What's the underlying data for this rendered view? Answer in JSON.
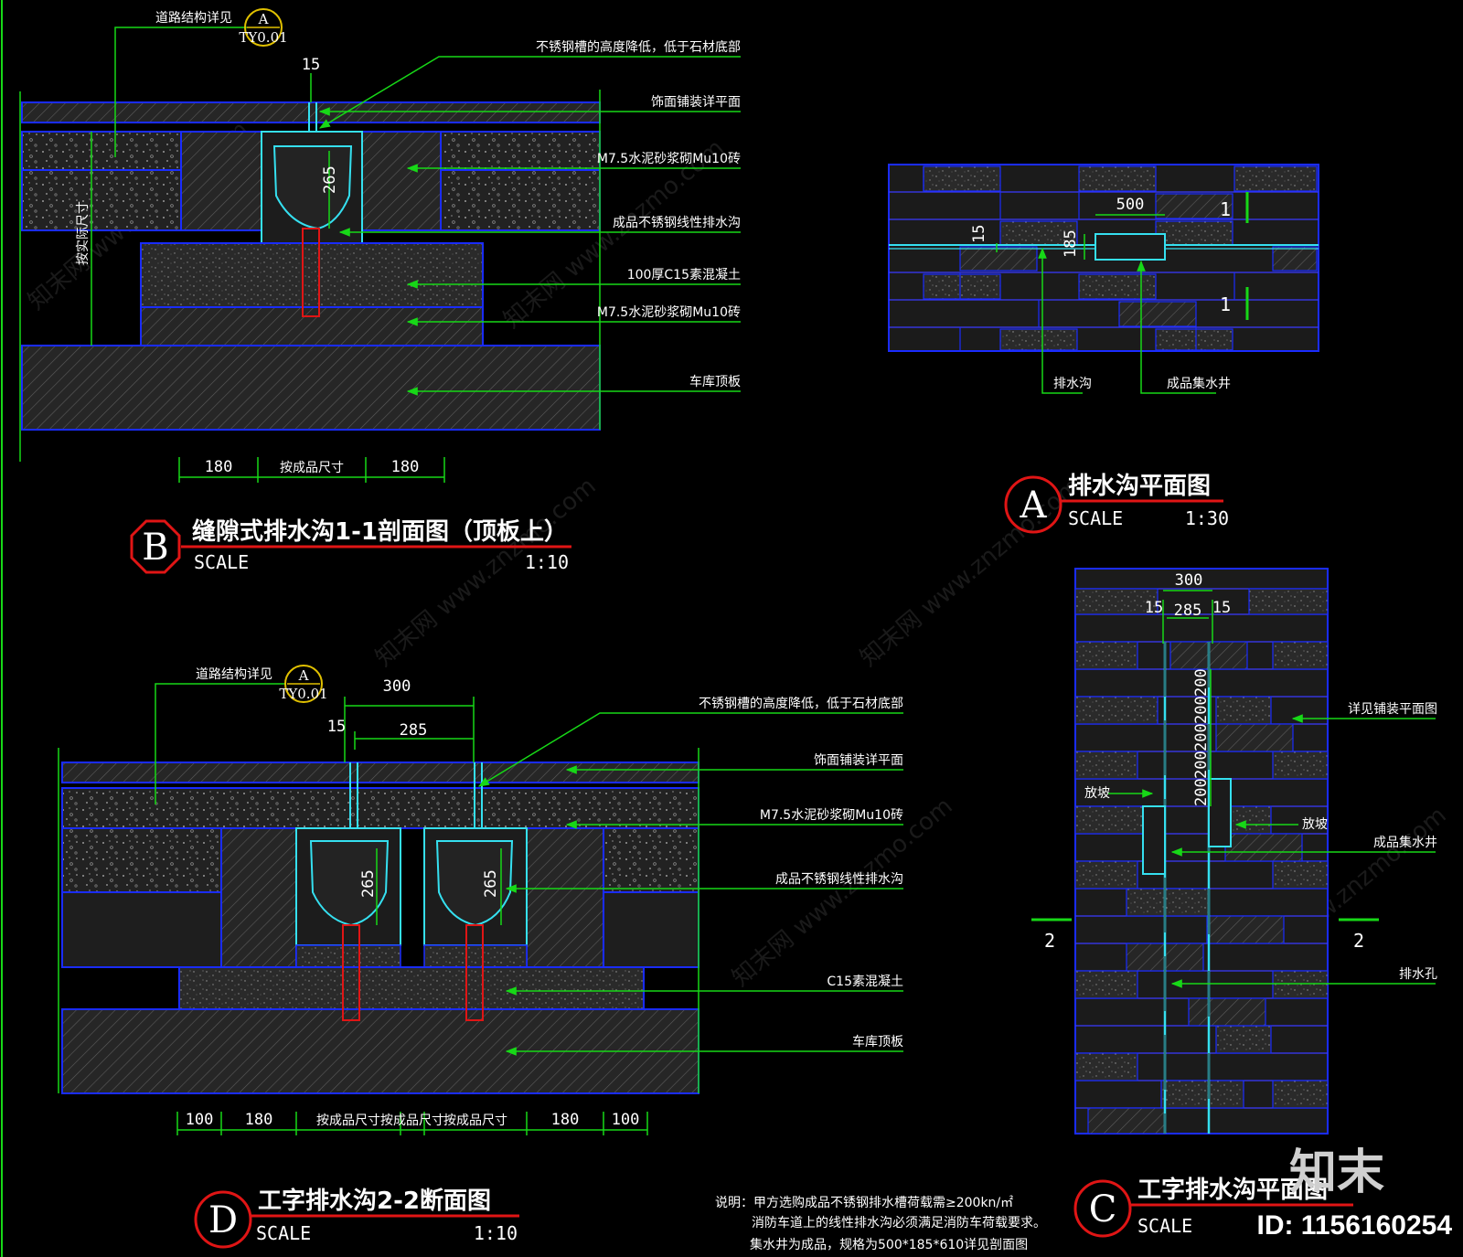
{
  "colors": {
    "leader": "#17d817",
    "outline": "#1a2cff",
    "cyan": "#35e0f0",
    "red": "#e01515",
    "fill": "#2b2b2b",
    "hatch": "#555555"
  },
  "sectionB": {
    "badge": "B",
    "title": "缝隙式排水沟1-1剖面图（顶板上）",
    "scale_label": "SCALE",
    "scale_value": "1:10",
    "ref_note": "道路结构详见",
    "ref_badge": "A",
    "ref_sheet": "TY0.01",
    "dim_top": "15",
    "dim_depth": "265",
    "dim_side_vertical": "按实际尺寸",
    "dims_bottom": [
      "180",
      "按成品尺寸",
      "180"
    ],
    "labels": [
      "不锈钢槽的高度降低，低于石材底部",
      "饰面铺装详平面",
      "M7.5水泥砂浆砌Mu10砖",
      "成品不锈钢线性排水沟",
      "100厚C15素混凝土",
      "M7.5水泥砂浆砌Mu10砖",
      "车库顶板"
    ]
  },
  "sectionA": {
    "badge": "A",
    "title": "排水沟平面图",
    "scale_label": "SCALE",
    "scale_value": "1:30",
    "dims": [
      "500",
      "15",
      "185"
    ],
    "cut_marks": [
      "1",
      "1"
    ],
    "labels": [
      "排水沟",
      "成品集水井"
    ]
  },
  "sectionC": {
    "badge": "C",
    "title": "工字排水沟平面图",
    "scale_label": "SCALE",
    "dims_top": [
      "300",
      "15",
      "285",
      "15"
    ],
    "dims_vertical": [
      "200",
      "200",
      "200",
      "200",
      "200"
    ],
    "cut_marks": [
      "2",
      "2"
    ],
    "labels": [
      "详见铺装平面图",
      "成品集水井",
      "排水孔"
    ],
    "slope_left": "放坡",
    "slope_right": "放坡"
  },
  "sectionD": {
    "badge": "D",
    "title": "工字排水沟2-2断面图",
    "scale_label": "SCALE",
    "scale_value": "1:10",
    "ref_note": "道路结构详见",
    "ref_badge": "A",
    "ref_sheet": "TY0.01",
    "dim_overall": "300",
    "dim_gap": "15",
    "dim_inner": "285",
    "dim_depth_left": "265",
    "dim_depth_right": "265",
    "dims_bottom": [
      "100",
      "180",
      "按成品尺寸",
      "按成品尺寸",
      "按成品尺寸",
      "180",
      "100"
    ],
    "labels": [
      "不锈钢槽的高度降低，低于石材底部",
      "饰面铺装详平面",
      "M7.5水泥砂浆砌Mu10砖",
      "成品不锈钢线性排水沟",
      "C15素混凝土",
      "车库顶板"
    ]
  },
  "notes": {
    "lines": [
      "说明：甲方选购成品不锈钢排水槽荷载需≥200kn/㎡",
      "消防车道上的线性排水沟必须满足消防车荷载要求。",
      "集水井为成品，规格为500*185*610详见剖面图"
    ]
  },
  "brand": {
    "logo": "知末",
    "id": "ID: 1156160254",
    "watermarks": [
      "知末网 www.znzmo.com",
      "知末网 www.znzmo.com",
      "知末网 www.znzmo.com",
      "知末网 www.znzmo.com",
      "知末网 www.znzmo.com",
      "知末网 www.znzmo.com"
    ]
  }
}
